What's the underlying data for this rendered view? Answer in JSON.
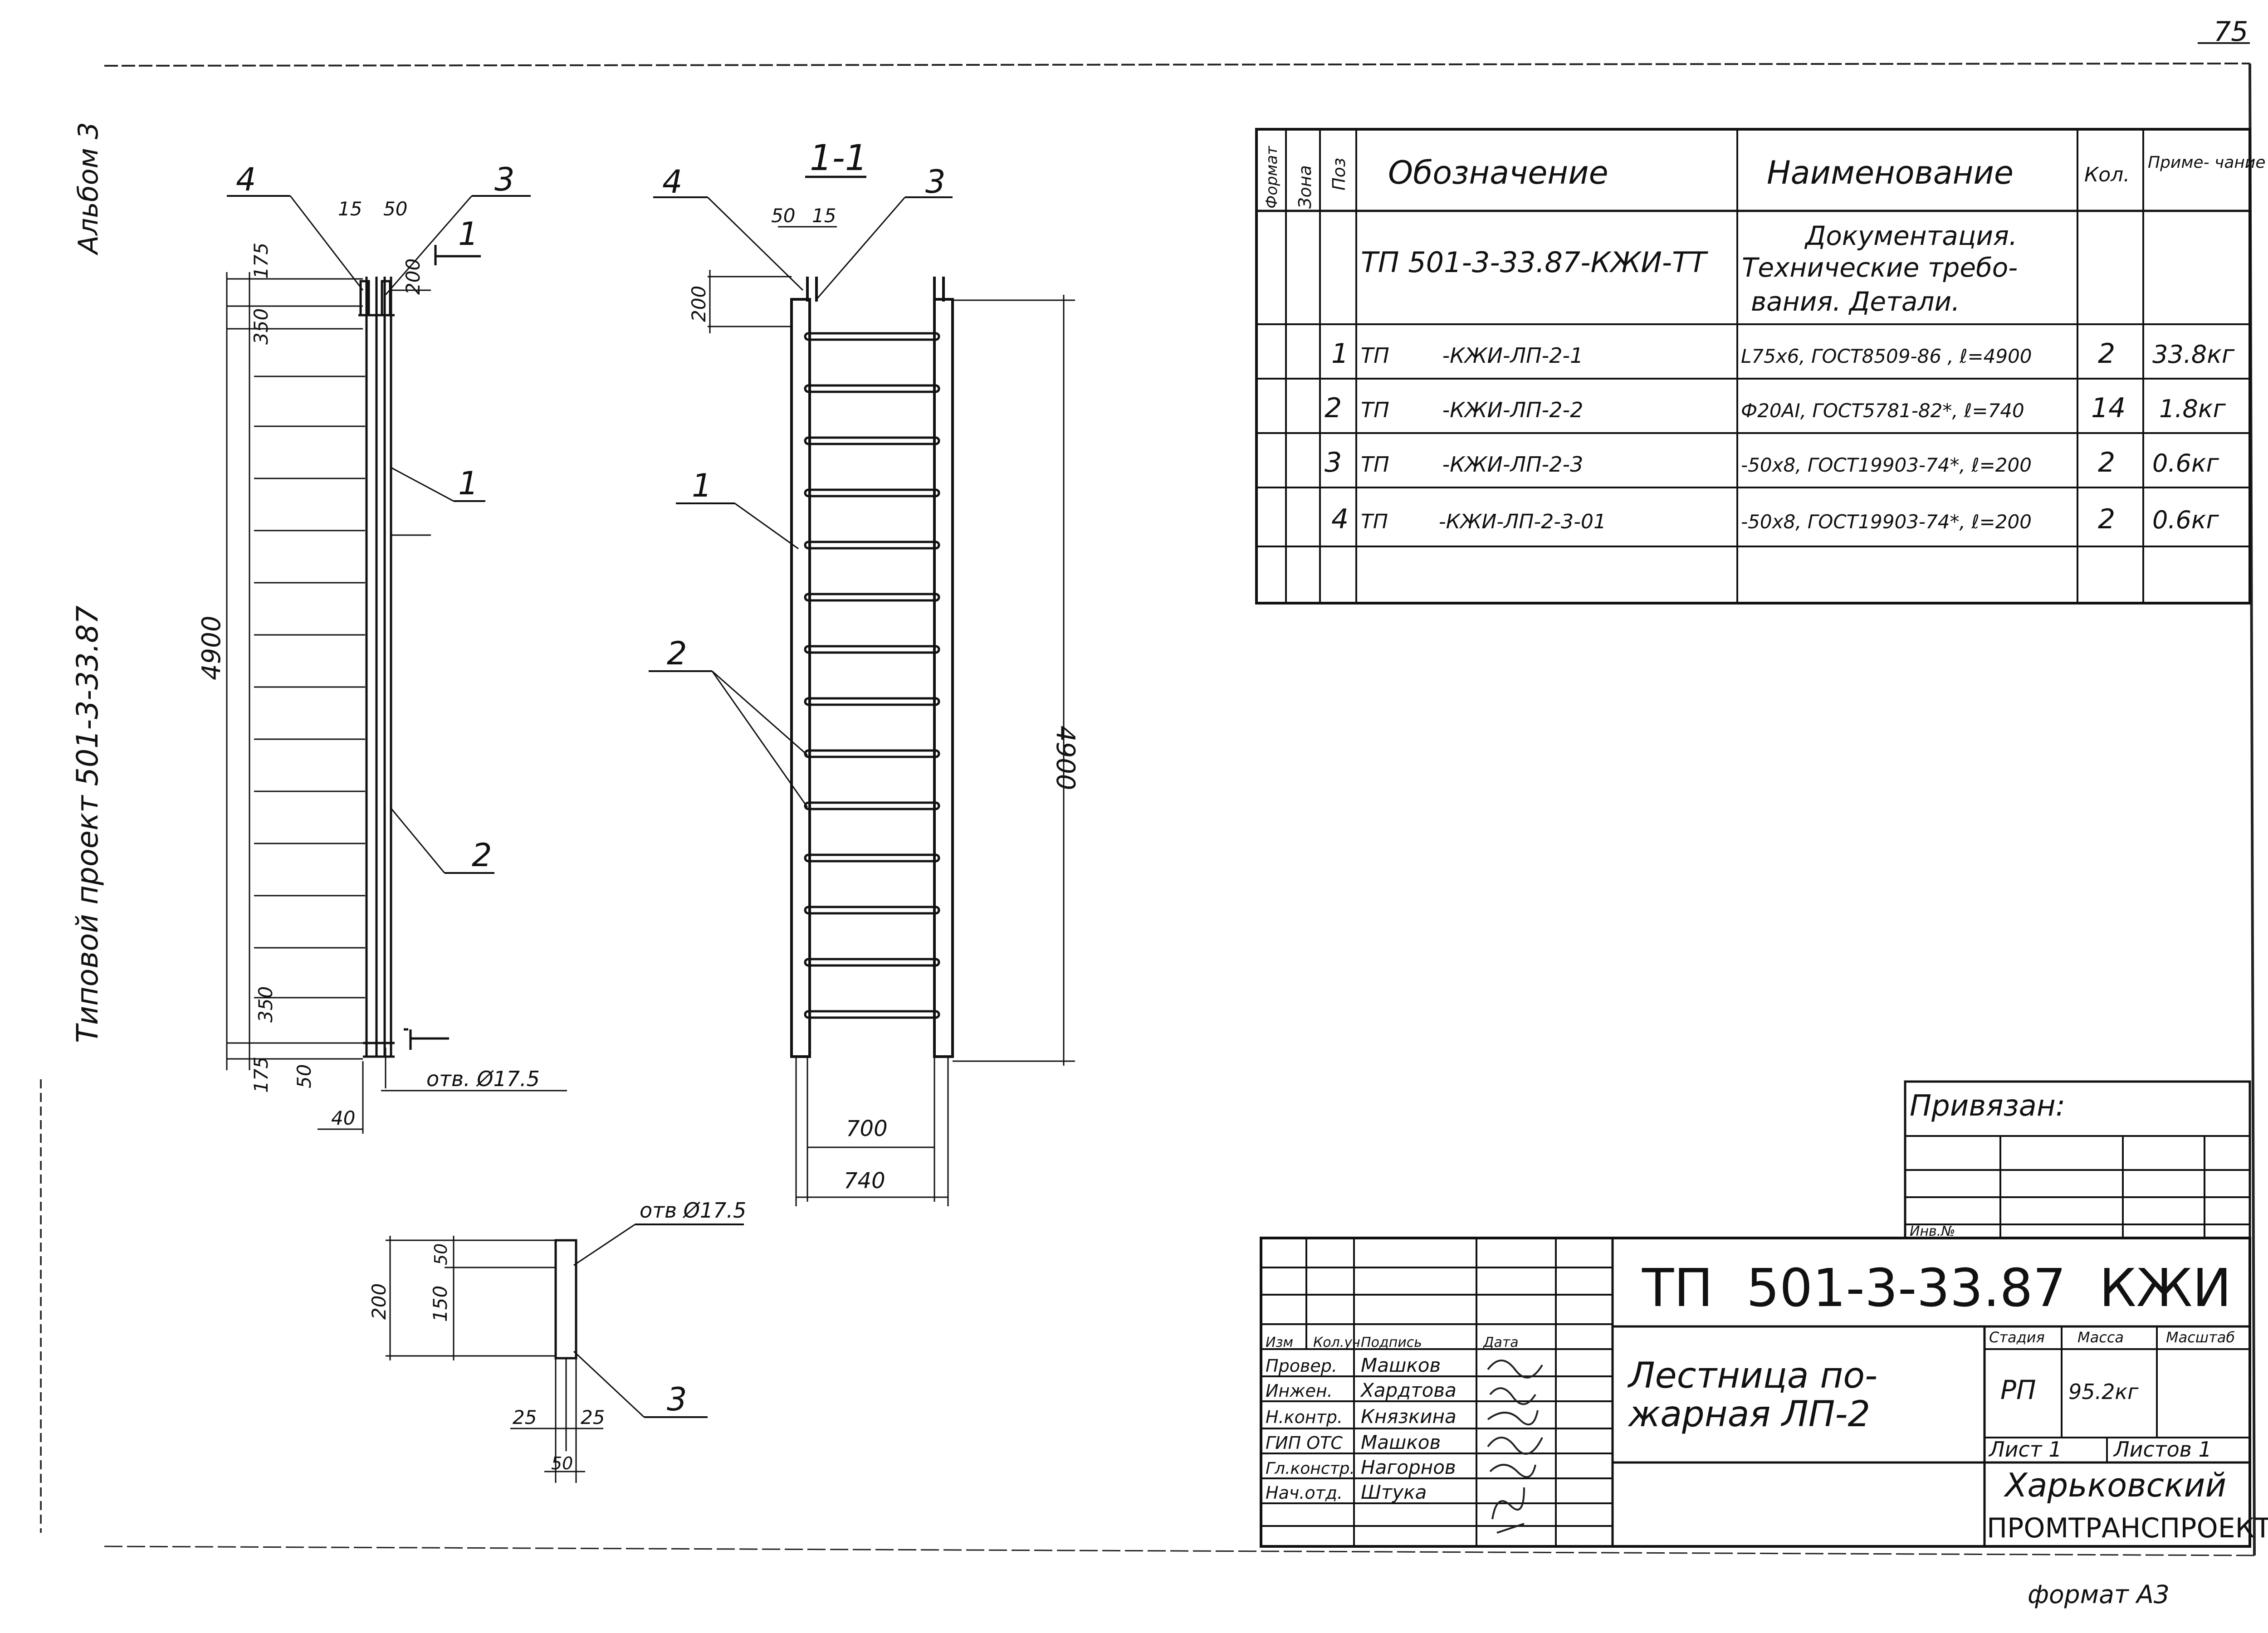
{
  "sheet": {
    "page_number": "75",
    "format": "формат А3",
    "side_stamp_top": "Альбом 3",
    "side_stamp_project": "Типовой проект 501-3-33.87"
  },
  "elevation": {
    "dims_top": [
      "15",
      "50"
    ],
    "dim_200": "200",
    "dim_175_top": "175",
    "dim_350_top": "350",
    "dim_total": "4900",
    "dim_350_bot": "350",
    "dim_175_bot": "175",
    "dim_50_bot": "50",
    "dim_40": "40",
    "hole": "отв. Ø17.5",
    "section_mark": "1",
    "callouts": [
      "4",
      "3",
      "1",
      "2"
    ]
  },
  "section": {
    "title": "1-1",
    "dims_top": [
      "50",
      "15"
    ],
    "dim_200": "200",
    "dim_total": "4900",
    "dim_700": "700",
    "dim_740": "740",
    "callouts": [
      "4",
      "3",
      "1",
      "2"
    ]
  },
  "detail": {
    "hole": "отв Ø17.5",
    "dim_200": "200",
    "dim_50": "50",
    "dim_150": "150",
    "dim_25a": "25",
    "dim_25b": "25",
    "dim_50b": "50",
    "callout": "3"
  },
  "spec": {
    "headers": {
      "format": "Формат",
      "zone": "Зона",
      "pos": "Поз",
      "designation": "Обозначение",
      "name": "Наименование",
      "qty": "Кол.",
      "note": "Приме- чание"
    },
    "rows": [
      {
        "pos": "",
        "designation": "ТП 501-3-33.87-КЖИ-ТТ",
        "name": "Документация. Технические требования. Детали.",
        "qty": "",
        "note": ""
      },
      {
        "pos": "1",
        "designation": "ТП        -КЖИ-ЛП-2-1",
        "name": "L75x6, ГОСТ8509-86 , ℓ=4900",
        "qty": "2",
        "note": "33.8кг"
      },
      {
        "pos": "2",
        "designation": "ТП        -КЖИ-ЛП-2-2",
        "name": "Ф20АI, ГОСТ5781-82*, ℓ=740",
        "qty": "14",
        "note": "1.8кг"
      },
      {
        "pos": "3",
        "designation": "ТП        -КЖИ-ЛП-2-3",
        "name": "-50x8, ГОСТ19903-74*, ℓ=200",
        "qty": "2",
        "note": "0.6кг"
      },
      {
        "pos": "4",
        "designation": "ТП        -КЖИ-ЛП-2-3-01",
        "name": "-50x8, ГОСТ19903-74*, ℓ=200",
        "qty": "2",
        "note": "0.6кг"
      }
    ]
  },
  "tied": {
    "label": "Привязан:",
    "inv": "Инв.№"
  },
  "title_block": {
    "code": "ТП  501-3-33.87  КЖИ",
    "title_line1": "Лестница по-",
    "title_line2": "жарная ЛП-2",
    "stage_header": "Стадия",
    "mass_header": "Масса",
    "scale_header": "Масштаб",
    "stage": "РП",
    "mass": "95.2кг",
    "sheet": "Лист 1",
    "sheets": "Листов 1",
    "org_line1": "Харьковский",
    "org_line2": "ПРОМТРАНСПРОЕКТ",
    "col_headers": [
      "Изм",
      "Кол.уч",
      "Подпись",
      "Дата"
    ],
    "roles": [
      {
        "role": "Провер.",
        "name": "Машков"
      },
      {
        "role": "Инжен.",
        "name": "Хардтова"
      },
      {
        "role": "Н.контр.",
        "name": "Князкина"
      },
      {
        "role": "ГИП ОТС",
        "name": "Машков"
      },
      {
        "role": "Гл.констр.",
        "name": "Нагорнов"
      },
      {
        "role": "Нач.отд.",
        "name": "Штука"
      }
    ]
  }
}
